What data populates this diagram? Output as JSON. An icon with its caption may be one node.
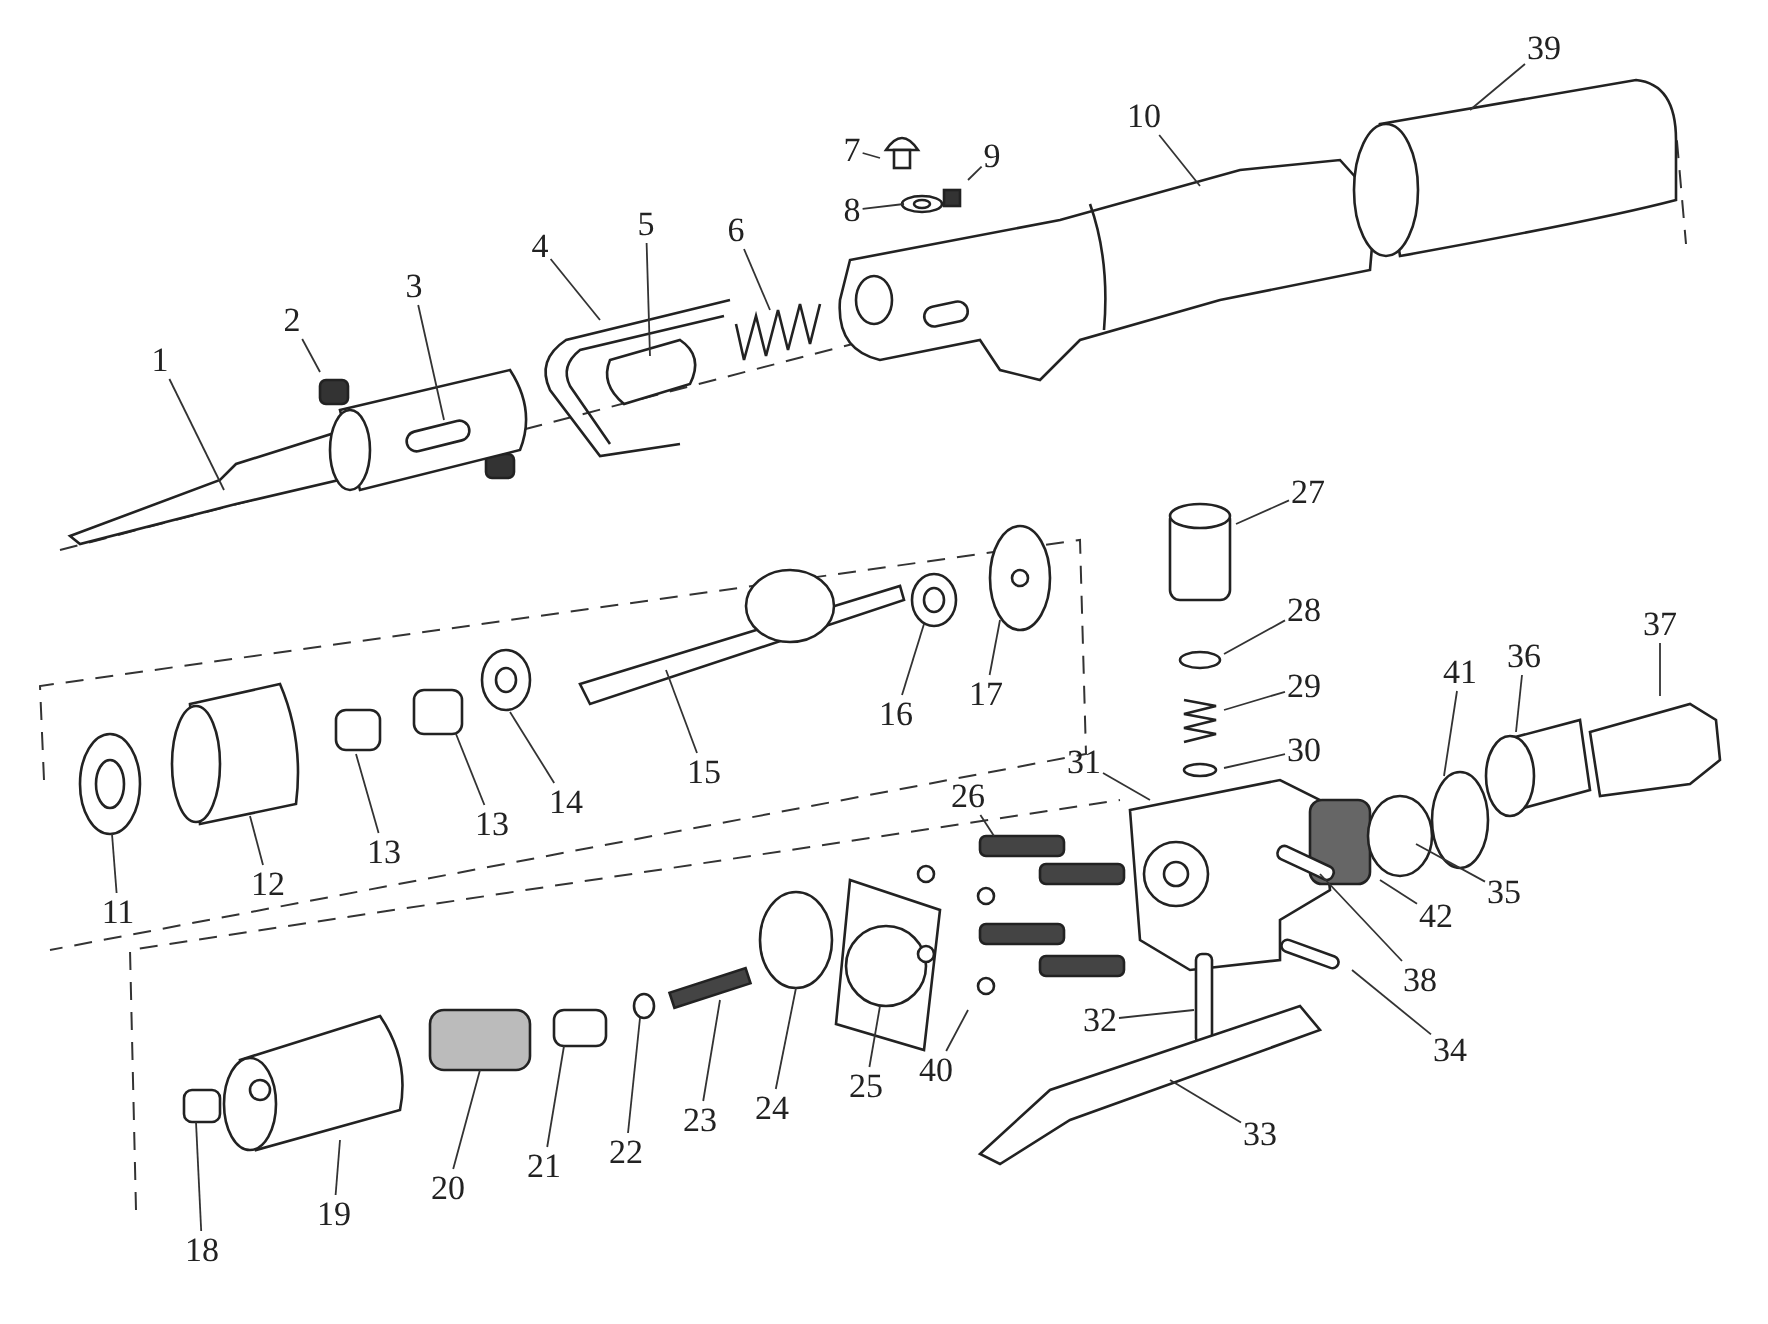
{
  "diagram": {
    "nodes": [
      {
        "text": [
          "1"
        ]
      },
      {
        "text": [
          "2"
        ]
      },
      {
        "text": [
          "3"
        ]
      },
      {
        "text": [
          "4"
        ]
      },
      {
        "text": [
          "5"
        ]
      },
      {
        "text": [
          "6"
        ]
      },
      {
        "text": [
          "7"
        ]
      },
      {
        "text": [
          "8"
        ]
      },
      {
        "text": [
          "9"
        ]
      },
      {
        "text": [
          "10"
        ]
      },
      {
        "text": [
          "39"
        ]
      },
      {
        "text": [
          "27"
        ]
      },
      {
        "text": [
          "28"
        ]
      },
      {
        "text": [
          "29"
        ]
      },
      {
        "text": [
          "30"
        ]
      },
      {
        "text": [
          "41"
        ]
      },
      {
        "text": [
          "36"
        ]
      },
      {
        "text": [
          "37"
        ]
      },
      {
        "text": [
          "16"
        ]
      },
      {
        "text": [
          "17"
        ]
      },
      {
        "text": [
          "15"
        ]
      },
      {
        "text": [
          "31"
        ]
      },
      {
        "text": [
          "26"
        ]
      },
      {
        "text": [
          "14"
        ]
      },
      {
        "text": [
          "13"
        ]
      },
      {
        "text": [
          "35"
        ]
      },
      {
        "text": [
          "42"
        ]
      },
      {
        "text": [
          "13"
        ]
      },
      {
        "text": [
          "12"
        ]
      },
      {
        "text": [
          "11"
        ]
      },
      {
        "text": [
          "38"
        ]
      },
      {
        "text": [
          "34"
        ]
      },
      {
        "text": [
          "32"
        ]
      },
      {
        "text": [
          "40"
        ]
      },
      {
        "text": [
          "25"
        ]
      },
      {
        "text": [
          "24"
        ]
      },
      {
        "text": [
          "23"
        ]
      },
      {
        "text": [
          "22"
        ]
      },
      {
        "text": [
          "21"
        ]
      },
      {
        "text": [
          "20"
        ]
      },
      {
        "text": [
          "33"
        ]
      },
      {
        "text": [
          "19"
        ]
      },
      {
        "text": [
          "18"
        ]
      }
    ],
    "edges": [
      {
        "from": 0,
        "to": null,
        "arrow": "none"
      },
      {
        "from": 1,
        "to": null,
        "arrow": "none"
      },
      {
        "from": 2,
        "to": null,
        "arrow": "none"
      },
      {
        "from": 3,
        "to": null,
        "arrow": "none"
      },
      {
        "from": 4,
        "to": null,
        "arrow": "none"
      },
      {
        "from": 5,
        "to": null,
        "arrow": "none"
      },
      {
        "from": 6,
        "to": null,
        "arrow": "none"
      },
      {
        "from": 7,
        "to": null,
        "arrow": "none"
      },
      {
        "from": 8,
        "to": null,
        "arrow": "none"
      },
      {
        "from": 9,
        "to": null,
        "arrow": "none"
      },
      {
        "from": 10,
        "to": null,
        "arrow": "none"
      },
      {
        "from": 11,
        "to": null,
        "arrow": "none"
      },
      {
        "from": 12,
        "to": null,
        "arrow": "none"
      },
      {
        "from": 13,
        "to": null,
        "arrow": "none"
      },
      {
        "from": 14,
        "to": null,
        "arrow": "none"
      },
      {
        "from": 15,
        "to": null,
        "arrow": "none"
      },
      {
        "from": 16,
        "to": null,
        "arrow": "none"
      },
      {
        "from": 17,
        "to": null,
        "arrow": "none"
      },
      {
        "from": 18,
        "to": null,
        "arrow": "none"
      },
      {
        "from": 19,
        "to": null,
        "arrow": "none"
      },
      {
        "from": 20,
        "to": null,
        "arrow": "none"
      },
      {
        "from": 21,
        "to": null,
        "arrow": "none"
      },
      {
        "from": 22,
        "to": null,
        "arrow": "none"
      },
      {
        "from": 23,
        "to": null,
        "arrow": "none"
      },
      {
        "from": 24,
        "to": null,
        "arrow": "none"
      },
      {
        "from": 25,
        "to": null,
        "arrow": "none"
      },
      {
        "from": 26,
        "to": null,
        "arrow": "none"
      },
      {
        "from": 27,
        "to": null,
        "arrow": "none"
      },
      {
        "from": 28,
        "to": null,
        "arrow": "none"
      },
      {
        "from": 29,
        "to": null,
        "arrow": "none"
      },
      {
        "from": 30,
        "to": null,
        "arrow": "none"
      },
      {
        "from": 31,
        "to": null,
        "arrow": "none"
      },
      {
        "from": 32,
        "to": null,
        "arrow": "none"
      },
      {
        "from": 33,
        "to": null,
        "arrow": "none"
      },
      {
        "from": 34,
        "to": null,
        "arrow": "none"
      },
      {
        "from": 35,
        "to": null,
        "arrow": "none"
      },
      {
        "from": 36,
        "to": null,
        "arrow": "none"
      },
      {
        "from": 37,
        "to": null,
        "arrow": "none"
      },
      {
        "from": 38,
        "to": null,
        "arrow": "none"
      },
      {
        "from": 39,
        "to": null,
        "arrow": "none"
      },
      {
        "from": 40,
        "to": null,
        "arrow": "none"
      },
      {
        "from": 41,
        "to": null,
        "arrow": "none"
      },
      {
        "from": 42,
        "to": null,
        "arrow": "none"
      }
    ]
  }
}
